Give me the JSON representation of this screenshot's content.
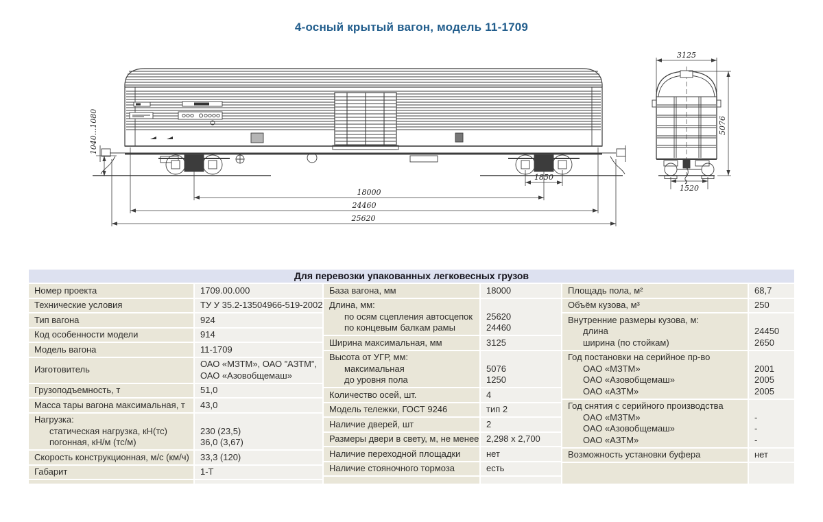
{
  "title": "4-осный крытый вагон, модель 11-1709",
  "colors": {
    "title": "#215d8c",
    "header_bg": "#dde1f0",
    "label_cell_bg": "#e9e6d8",
    "value_cell_bg": "#f1f0ec",
    "line_art": "#3c3c3c"
  },
  "drawing": {
    "side_view": {
      "coupler_axis_height": "1040...1080",
      "bogie_wheelbase": "1850",
      "wagon_base": "18000",
      "frame_end_beams_length": "24460",
      "coupler_axes_length": "25620"
    },
    "end_view": {
      "max_width": "3125",
      "max_height": "5076",
      "track_gauge": "1520"
    }
  },
  "table": {
    "header": "Для перевозки упакованных легковесных грузов",
    "groups": [
      {
        "rows": [
          {
            "l": [
              {
                "t": "Номер проекта"
              }
            ],
            "v": [
              {
                "t": "1709.00.000"
              }
            ]
          },
          {
            "l": [
              {
                "t": "Технические условия"
              }
            ],
            "v": [
              {
                "t": "ТУ У 35.2-13504966-519-2002"
              }
            ]
          },
          {
            "l": [
              {
                "t": "Тип вагона"
              }
            ],
            "v": [
              {
                "t": "924"
              }
            ]
          },
          {
            "l": [
              {
                "t": "Код особенности модели"
              }
            ],
            "v": [
              {
                "t": "914"
              }
            ]
          },
          {
            "l": [
              {
                "t": "Модель вагона"
              }
            ],
            "v": [
              {
                "t": "11-1709"
              }
            ]
          },
          {
            "l": [
              {
                "t": "Изготовитель"
              }
            ],
            "v": [
              {
                "t": "ОАО «МЗТМ», ОАО ”АЗТМ”,"
              },
              {
                "t": "ОАО «Азовобщемаш»"
              }
            ]
          },
          {
            "l": [
              {
                "t": "Грузоподъемность, т"
              }
            ],
            "v": [
              {
                "t": "51,0"
              }
            ]
          },
          {
            "l": [
              {
                "t": "Масса тары вагона максимальная, т"
              }
            ],
            "v": [
              {
                "t": "43,0"
              }
            ]
          },
          {
            "l": [
              {
                "t": "Нагрузка:"
              },
              {
                "t": "статическая нагрузка, кН(тс)",
                "i": 1
              },
              {
                "t": "погонная, кН/м (тс/м)",
                "i": 1
              }
            ],
            "v": [
              {
                "t": ""
              },
              {
                "t": "230 (23,5)"
              },
              {
                "t": "36,0 (3,67)"
              }
            ]
          },
          {
            "l": [
              {
                "t": "Скорость конструкционная, м/с (км/ч)"
              }
            ],
            "v": [
              {
                "t": "33,3 (120)"
              }
            ]
          },
          {
            "l": [
              {
                "t": "Габарит"
              }
            ],
            "v": [
              {
                "t": "1-Т"
              }
            ]
          }
        ]
      },
      {
        "rows": [
          {
            "l": [
              {
                "t": "База вагона, мм"
              }
            ],
            "v": [
              {
                "t": "18000"
              }
            ]
          },
          {
            "l": [
              {
                "t": "Длина, мм:"
              },
              {
                "t": "по осям сцепления автосцепок",
                "i": 1
              },
              {
                "t": "по концевым балкам рамы",
                "i": 1
              }
            ],
            "v": [
              {
                "t": ""
              },
              {
                "t": "25620"
              },
              {
                "t": "24460"
              }
            ]
          },
          {
            "l": [
              {
                "t": "Ширина максимальная, мм"
              }
            ],
            "v": [
              {
                "t": "3125"
              }
            ]
          },
          {
            "l": [
              {
                "t": "Высота от УГР, мм:"
              },
              {
                "t": "максимальная",
                "i": 1
              },
              {
                "t": "до уровня пола",
                "i": 1
              }
            ],
            "v": [
              {
                "t": ""
              },
              {
                "t": "5076"
              },
              {
                "t": "1250"
              }
            ]
          },
          {
            "l": [
              {
                "t": "Количество осей, шт."
              }
            ],
            "v": [
              {
                "t": "4"
              }
            ]
          },
          {
            "l": [
              {
                "t": "Модель тележки, ГОСТ 9246"
              }
            ],
            "v": [
              {
                "t": "тип 2"
              }
            ]
          },
          {
            "l": [
              {
                "t": "Наличие дверей, шт"
              }
            ],
            "v": [
              {
                "t": "2"
              }
            ]
          },
          {
            "l": [
              {
                "t": "Размеры двери в свету, м, не менее"
              }
            ],
            "v": [
              {
                "t": "2,298 x 2,700"
              }
            ]
          },
          {
            "l": [
              {
                "t": "Наличие переходной площадки"
              }
            ],
            "v": [
              {
                "t": "нет"
              }
            ]
          },
          {
            "l": [
              {
                "t": "Наличие стояночного тормоза"
              }
            ],
            "v": [
              {
                "t": "есть"
              }
            ]
          }
        ]
      },
      {
        "rows": [
          {
            "l": [
              {
                "t": "Площадь пола, м²"
              }
            ],
            "v": [
              {
                "t": "68,7"
              }
            ]
          },
          {
            "l": [
              {
                "t": "Объём кузова, м³"
              }
            ],
            "v": [
              {
                "t": "250"
              }
            ]
          },
          {
            "l": [
              {
                "t": "Внутренние размеры кузова, м:"
              },
              {
                "t": "длина",
                "i": 1
              },
              {
                "t": "ширина (по стойкам)",
                "i": 1
              }
            ],
            "v": [
              {
                "t": ""
              },
              {
                "t": "24450"
              },
              {
                "t": "2650"
              }
            ]
          },
          {
            "l": [
              {
                "t": "Год постановки на серийное пр-во"
              },
              {
                "t": "ОАО «МЗТМ»",
                "i": 1
              },
              {
                "t": "ОАО «Азовобщемаш»",
                "i": 1
              },
              {
                "t": "ОАО «АЗТМ»",
                "i": 1
              }
            ],
            "v": [
              {
                "t": ""
              },
              {
                "t": "2001"
              },
              {
                "t": "2005"
              },
              {
                "t": "2005"
              }
            ]
          },
          {
            "l": [
              {
                "t": "Год снятия с серийного производства"
              },
              {
                "t": "ОАО «МЗТМ»",
                "i": 1
              },
              {
                "t": "ОАО «Азовобщемаш»",
                "i": 1
              },
              {
                "t": "ОАО «АЗТМ»",
                "i": 1
              }
            ],
            "v": [
              {
                "t": ""
              },
              {
                "t": "-"
              },
              {
                "t": "-"
              },
              {
                "t": "-"
              }
            ]
          },
          {
            "l": [
              {
                "t": "Возможность установки буфера"
              }
            ],
            "v": [
              {
                "t": "нет"
              }
            ]
          }
        ]
      }
    ]
  }
}
